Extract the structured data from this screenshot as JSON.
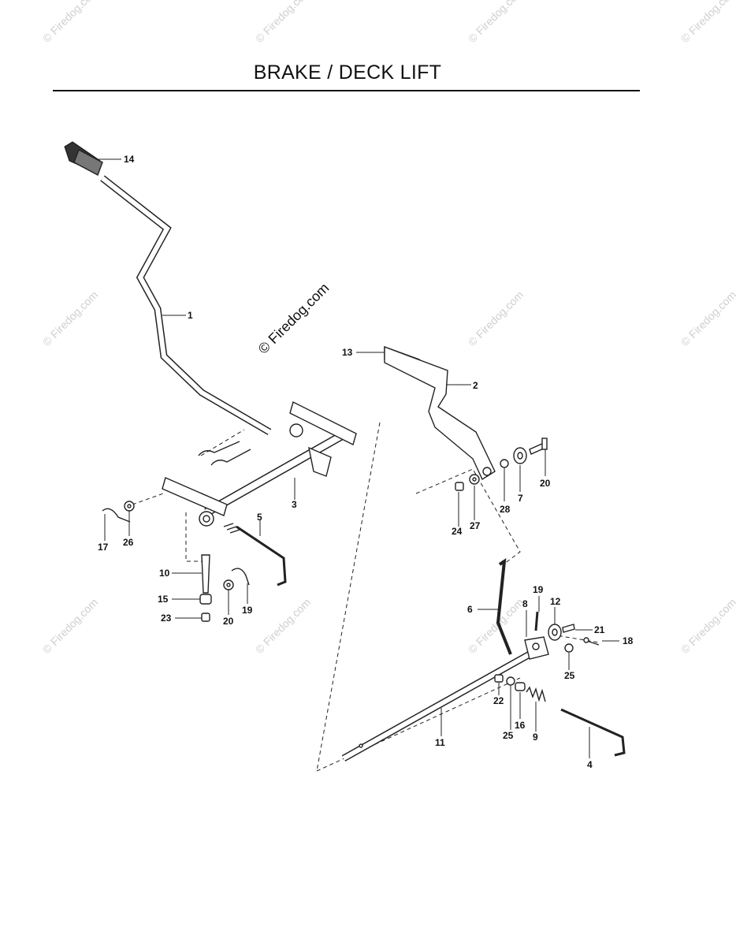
{
  "page": {
    "title": "BRAKE / DECK LIFT"
  },
  "watermark": {
    "main_text": "© Firedog.com",
    "tile_text": "© Firedog.com"
  },
  "callouts": {
    "c1": "1",
    "c2": "2",
    "c3": "3",
    "c4": "4",
    "c5": "5",
    "c6": "6",
    "c7": "7",
    "c8": "8",
    "c9": "9",
    "c10": "10",
    "c11": "11",
    "c12": "12",
    "c13": "13",
    "c14": "14",
    "c15": "15",
    "c16": "16",
    "c17": "17",
    "c18": "18",
    "c19a": "19",
    "c19b": "19",
    "c20a": "20",
    "c20b": "20",
    "c21": "21",
    "c22": "22",
    "c23": "23",
    "c24": "24",
    "c25a": "25",
    "c25b": "25",
    "c26": "26",
    "c27": "27",
    "c28": "28"
  }
}
